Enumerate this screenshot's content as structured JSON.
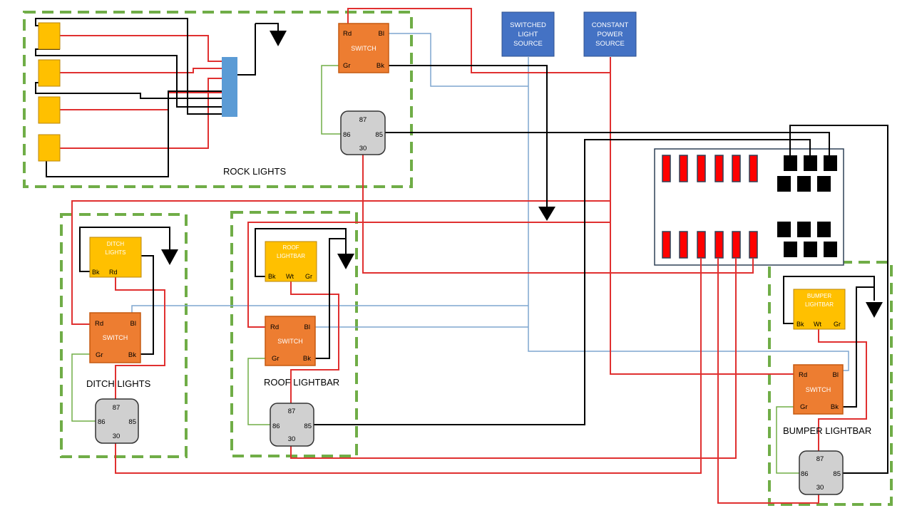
{
  "sources": {
    "switched": {
      "line1": "SWITCHED",
      "line2": "LIGHT",
      "line3": "SOURCE"
    },
    "constant": {
      "line1": "CONSTANT",
      "line2": "POWER",
      "line3": "SOURCE"
    }
  },
  "groups": {
    "rock": "ROCK LIGHTS",
    "ditch": "DITCH LIGHTS",
    "roof": "ROOF LIGHTBAR",
    "bumper": "BUMPER LIGHTBAR"
  },
  "switch": {
    "title": "SWITCH",
    "rd": "Rd",
    "bl": "Bl",
    "gr": "Gr",
    "bk": "Bk"
  },
  "relay": {
    "p87": "87",
    "p86": "86",
    "p85": "85",
    "p30": "30"
  },
  "lights": {
    "ditch": {
      "title1": "DITCH",
      "title2": "LIGHTS",
      "bk": "Bk",
      "rd": "Rd"
    },
    "roof": {
      "title1": "ROOF",
      "title2": "LIGHTBAR",
      "bk": "Bk",
      "wt": "Wt",
      "gr": "Gr"
    },
    "bumper": {
      "title1": "BUMPER",
      "title2": "LIGHTBAR",
      "bk": "Bk",
      "wt": "Wt",
      "gr": "Gr"
    }
  },
  "colors": {
    "red_wire": "#e03030",
    "black_wire": "#000000",
    "blue_wire": "#7ea6cf",
    "green_wire": "#70ad47",
    "switch_fill": "#ed7d31",
    "relay_fill": "#d0d0d0",
    "light_fill": "#ffc000",
    "source_fill": "#4472c4",
    "fuse_fill": "#ff0000",
    "group_border": "#70ad47"
  }
}
